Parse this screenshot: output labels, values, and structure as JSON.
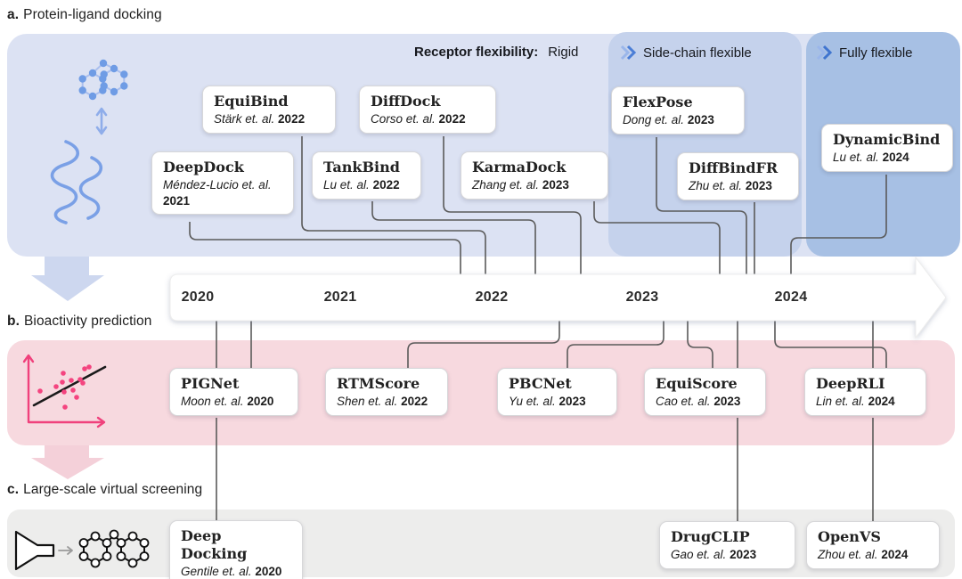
{
  "figure_sections": {
    "a": {
      "prefix": "a.",
      "label": "Protein-ligand docking"
    },
    "b": {
      "prefix": "b.",
      "label": "Bioactivity prediction"
    },
    "c": {
      "prefix": "c.",
      "label": "Large-scale virtual screening"
    }
  },
  "receptor_flexibility": {
    "label": "Receptor flexibility:",
    "levels": {
      "rigid": "Rigid",
      "side_chain": "Side-chain flexible",
      "fully_flexible": "Fully flexible"
    }
  },
  "timeline": {
    "years": [
      "2020",
      "2021",
      "2022",
      "2023",
      "2024"
    ]
  },
  "cards": {
    "equibind": {
      "title": "EquiBind",
      "author": "Stärk et. al.",
      "year": "2022"
    },
    "diffdock": {
      "title": "DiffDock",
      "author": "Corso et. al.",
      "year": "2022"
    },
    "deepdock": {
      "title": "DeepDock",
      "author": "Méndez-Lucio et. al.",
      "year": "2021"
    },
    "tankbind": {
      "title": "TankBind",
      "author": "Lu et. al.",
      "year": "2022"
    },
    "karmadock": {
      "title": "KarmaDock",
      "author": "Zhang et. al.",
      "year": "2023"
    },
    "flexpose": {
      "title": "FlexPose",
      "author": "Dong et. al.",
      "year": "2023"
    },
    "diffbindfr": {
      "title": "DiffBindFR",
      "author": "Zhu et. al.",
      "year": "2023"
    },
    "dynamicbind": {
      "title": "DynamicBind",
      "author": "Lu et. al.",
      "year": "2024"
    },
    "pignet": {
      "title": "PIGNet",
      "author": "Moon et. al.",
      "year": "2020"
    },
    "rtmscore": {
      "title": "RTMScore",
      "author": "Shen et. al.",
      "year": "2022"
    },
    "pbcnet": {
      "title": "PBCNet",
      "author": "Yu et. al.",
      "year": "2023"
    },
    "equiscore": {
      "title": "EquiScore",
      "author": "Cao et. al.",
      "year": "2023"
    },
    "deeprli": {
      "title": "DeepRLI",
      "author": "Lin et. al.",
      "year": "2024"
    },
    "deepdocking": {
      "title": "Deep Docking",
      "author": "Gentile et. al.",
      "year": "2020"
    },
    "drugclip": {
      "title": "DrugCLIP",
      "author": "Gao et. al.",
      "year": "2023"
    },
    "openvs": {
      "title": "OpenVS",
      "author": "Zhou et. al.",
      "year": "2024"
    }
  },
  "icons": {
    "ligand_molecule": "ligand-molecule-icon",
    "binding_arrow": "binding-interaction-arrow-icon",
    "protein_helix": "protein-helix-icon",
    "scatter_plot": "scatter-plot-icon",
    "funnel": "funnel-icon",
    "molecule_library": "molecule-library-icon",
    "chevron": "double-chevron-icon"
  },
  "colors": {
    "panel_a": "#dce2f3",
    "panel_side_chain": "#c5d2ec",
    "panel_fully_flexible": "#a7c0e4",
    "panel_b": "#f7d9df",
    "panel_c": "#ededec",
    "connector": "#5a5a5a",
    "accent_blue": "#4f80d6",
    "accent_pink": "#f0417c"
  }
}
